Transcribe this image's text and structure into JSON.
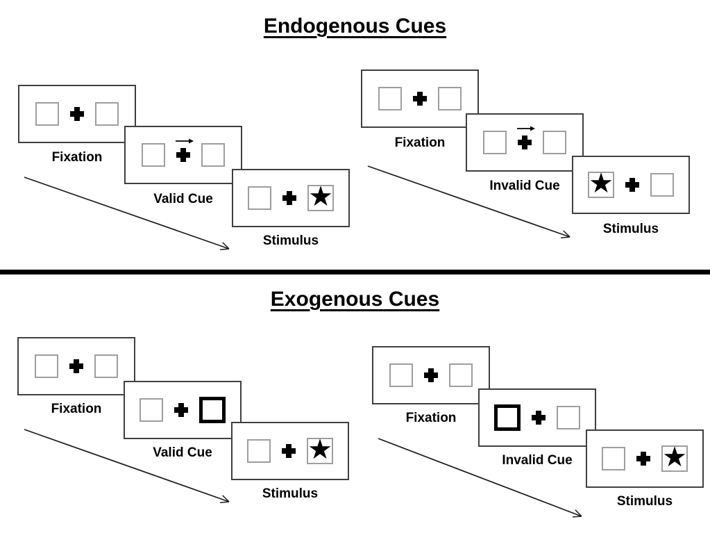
{
  "diagram": {
    "description": "Posner spatial cueing paradigm: endogenous vs exogenous cue trial sequences",
    "sections": [
      {
        "id": "endogenous",
        "title": "Endogenous Cues",
        "trials": [
          {
            "name": "valid",
            "panels": [
              {
                "label": "Fixation",
                "content": "two empty boxes with central fixation cross"
              },
              {
                "label": "Valid Cue",
                "content": "central arrow cue pointing right above fixation cross",
                "cue": "arrow-right"
              },
              {
                "label": "Stimulus",
                "content": "star target in right box",
                "star": "right"
              }
            ]
          },
          {
            "name": "invalid",
            "panels": [
              {
                "label": "Fixation",
                "content": "two empty boxes with central fixation cross"
              },
              {
                "label": "Invalid Cue",
                "content": "central arrow cue pointing right above fixation cross",
                "cue": "arrow-right"
              },
              {
                "label": "Stimulus",
                "content": "star target in left box",
                "star": "left"
              }
            ]
          }
        ]
      },
      {
        "id": "exogenous",
        "title": "Exogenous Cues",
        "trials": [
          {
            "name": "valid",
            "panels": [
              {
                "label": "Fixation",
                "content": "two empty boxes with central fixation cross"
              },
              {
                "label": "Valid Cue",
                "content": "right box highlighted with bold outline",
                "cue": "bold-box-right"
              },
              {
                "label": "Stimulus",
                "content": "star target in right box",
                "star": "right"
              }
            ]
          },
          {
            "name": "invalid",
            "panels": [
              {
                "label": "Fixation",
                "content": "two empty boxes with central fixation cross"
              },
              {
                "label": "Invalid Cue",
                "content": "left box highlighted with bold outline",
                "cue": "bold-box-left"
              },
              {
                "label": "Stimulus",
                "content": "star target in right box",
                "star": "right"
              }
            ]
          }
        ]
      }
    ],
    "icons": {
      "star": "★",
      "fixation_cross": "heavy-plus",
      "cue_arrow": "arrow-right",
      "timeline_arrow": "diagonal-arrow-down-right"
    },
    "colors": {
      "background": "#ffffff",
      "ink": "#000000",
      "panel_border": "#3f3f3f",
      "box_border": "#9e9e9e",
      "divider": "#000000"
    }
  }
}
